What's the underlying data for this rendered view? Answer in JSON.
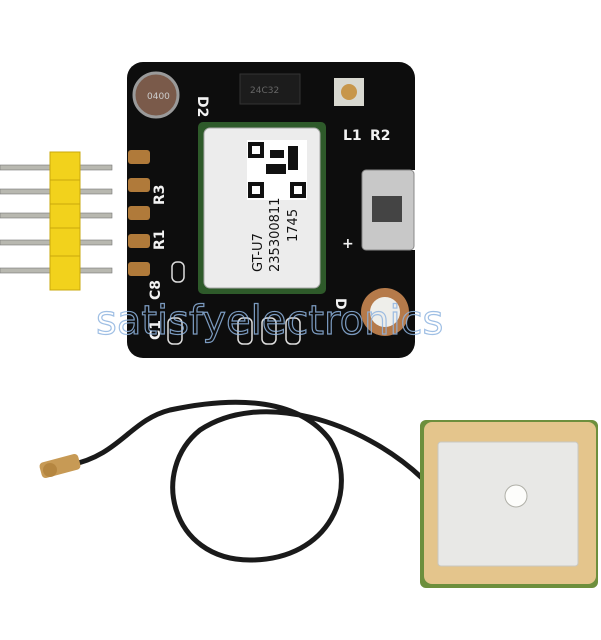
{
  "product": {
    "module_model": "GT-U7",
    "module_serial": "235300811",
    "module_date": "1745",
    "silkscreen": {
      "r2": "R2",
      "l1": "L1",
      "r3": "R3",
      "r1": "R1",
      "c8": "C8",
      "c1": "C1",
      "d2": "D2",
      "d": "D",
      "plus": "+"
    },
    "battery_marking": "0400",
    "eeprom_marking": "24C32"
  },
  "watermark": "satisfyelectronics",
  "colors": {
    "pcb": "#0d0d0d",
    "header": "#f2d21c",
    "pins": "#b8b8b0",
    "antenna_ceramic": "#e4c58c",
    "antenna_silver": "#e8e8e6",
    "cable": "#1a1a1a",
    "watermark": "#8fb4e0"
  }
}
